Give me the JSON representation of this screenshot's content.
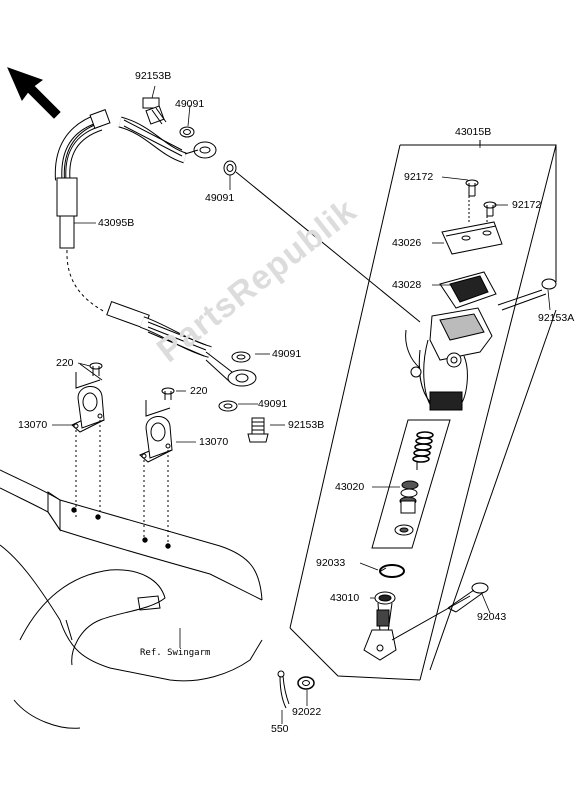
{
  "watermark": "PartsRepublik",
  "labels": {
    "l_92153B_top": "92153B",
    "l_49091_a": "49091",
    "l_49091_b": "49091",
    "l_43095B": "43095B",
    "l_43015B": "43015B",
    "l_92172_a": "92172",
    "l_92172_b": "92172",
    "l_43026": "43026",
    "l_43028": "43028",
    "l_92153A": "92153A",
    "l_220_a": "220",
    "l_220_b": "220",
    "l_13070_a": "13070",
    "l_13070_b": "13070",
    "l_49091_c": "49091",
    "l_49091_d": "49091",
    "l_92153B_bot": "92153B",
    "l_43020": "43020",
    "l_92033": "92033",
    "l_43010": "43010",
    "l_92043": "92043",
    "l_550": "550",
    "l_92022": "92022",
    "l_ref": "Ref. Swingarm"
  }
}
